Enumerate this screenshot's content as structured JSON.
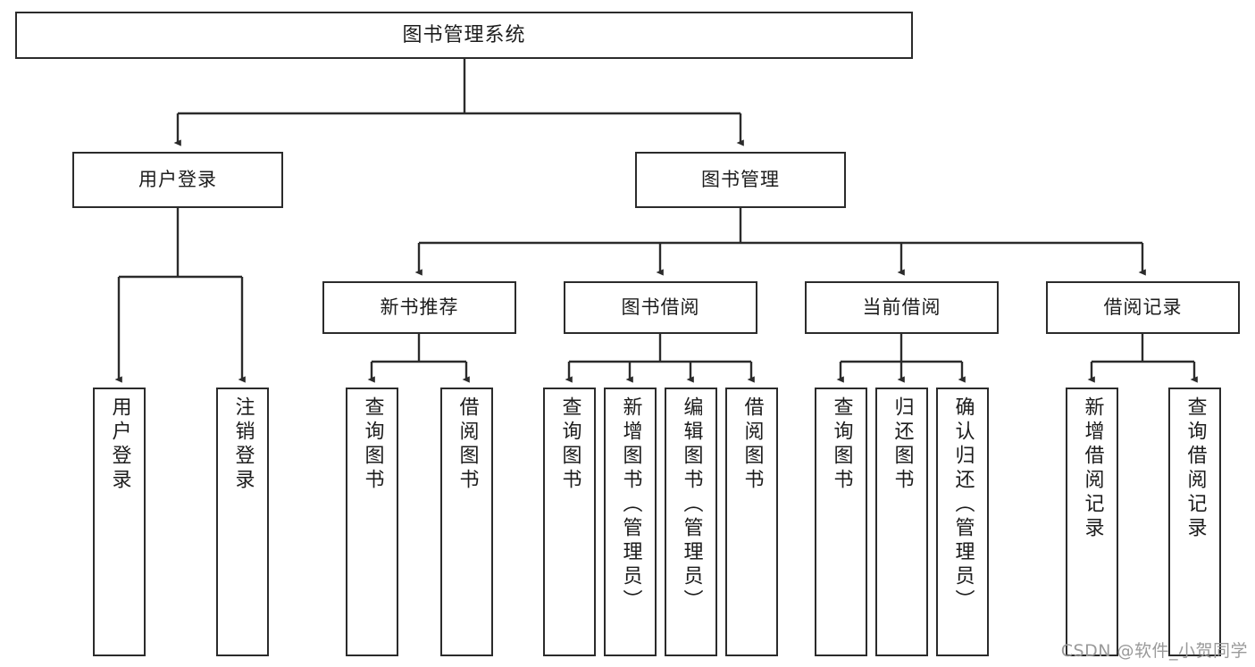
{
  "diagram": {
    "title": "图书管理系统",
    "type": "tree-hierarchy",
    "watermark": "CSDN @软件_小贺同学",
    "colors": {
      "background": "#ffffff",
      "node_border": "#2b2b2b",
      "node_fill": "#ffffff",
      "connector": "#2b2b2b",
      "text": "#1c1c1c",
      "watermark": "#9a9a9a"
    }
  },
  "nodes": {
    "root": {
      "label": "图书管理系统"
    },
    "level2": [
      {
        "label": "用户登录"
      },
      {
        "label": "图书管理"
      }
    ],
    "level3": [
      {
        "label": "新书推荐"
      },
      {
        "label": "图书借阅"
      },
      {
        "label": "当前借阅"
      },
      {
        "label": "借阅记录"
      }
    ],
    "leaves_user_login": [
      {
        "label": "用户登录"
      },
      {
        "label": "注销登录"
      }
    ],
    "leaves_new_book": [
      {
        "label": "查询图书"
      },
      {
        "label": "借阅图书"
      }
    ],
    "leaves_borrow": [
      {
        "label": "查询图书"
      },
      {
        "label": "新增图书（管理员）"
      },
      {
        "label": "编辑图书（管理员）"
      },
      {
        "label": "借阅图书"
      }
    ],
    "leaves_current": [
      {
        "label": "查询图书"
      },
      {
        "label": "归还图书"
      },
      {
        "label": "确认归还（管理员）"
      }
    ],
    "leaves_record": [
      {
        "label": "新增借阅记录"
      },
      {
        "label": "查询借阅记录"
      }
    ]
  }
}
